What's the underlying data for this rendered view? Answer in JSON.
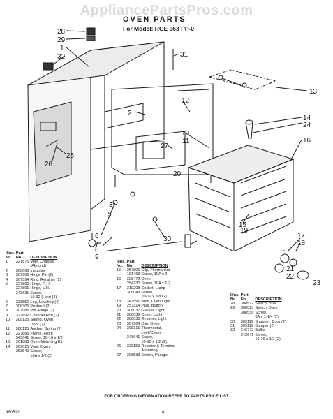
{
  "watermark": "AppliancePartsPros.com",
  "title": "OVEN PARTS",
  "subtitle": "For Model: RGE 963 PP-0",
  "callouts": {
    "c1": "1",
    "c2": "2",
    "c3": "3",
    "c5": "5",
    "c6": "6",
    "c7": "7",
    "c8": "8",
    "c9": "9",
    "c10": "10",
    "c11": "11",
    "c12": "12",
    "c13": "13",
    "c14": "14",
    "c15": "15",
    "c16": "16",
    "c17": "17",
    "c18": "18",
    "c19": "19",
    "c20": "20",
    "c21": "21",
    "c22": "22",
    "c23": "23",
    "c24": "24",
    "c25": "25",
    "c26": "26",
    "c27": "27",
    "c28": "28",
    "c29": "29",
    "c30": "30",
    "c31": "31",
    "c32": "32"
  },
  "headers": {
    "illus": "Illus.",
    "no": "No.",
    "part": "Part",
    "partno": "No.",
    "desc": "DESCRIPTION"
  },
  "col1": [
    [
      "1",
      "327875",
      "Main Chassis"
    ],
    [
      "",
      "",
      "(Almond)"
    ],
    [
      "2",
      "308666",
      "Insulator"
    ],
    [
      "3",
      "307986",
      "Hinge Pin (2)"
    ],
    [
      "4",
      "307594",
      "Ring, Retainer (2)"
    ],
    [
      "5",
      "327890",
      "Hinge, R.H."
    ],
    [
      "",
      "327891",
      "Hinge, L.H."
    ],
    [
      "",
      "343631",
      "Screw,"
    ],
    [
      "",
      "",
      "10-32 (Hex) (4)"
    ],
    [
      "6",
      "233550",
      "Leg, Leveling (4)"
    ],
    [
      "7",
      "308306",
      "Pushnut (2)"
    ],
    [
      "8",
      "307985",
      "Pin, Hinge (2)"
    ],
    [
      "9",
      "327892",
      "Channel Arm (2)"
    ],
    [
      "10",
      "308126",
      "Spring, Oven"
    ],
    [
      "",
      "",
      "Door (2)"
    ],
    [
      "11",
      "308125",
      "Anchor, Spring (2)"
    ],
    [
      "12",
      "327886",
      "Frame, Front"
    ],
    [
      "",
      "343641",
      "Screw, 10-16 x 1/2"
    ],
    [
      "13",
      "261883",
      "Oven Mounting Kit"
    ],
    [
      "14",
      "309025",
      "Vent, Oven"
    ],
    [
      "",
      "253549",
      "Screw,"
    ],
    [
      "",
      "",
      "10A x 1/2 (2)"
    ]
  ],
  "col2": [
    [
      "15",
      "257806",
      "Clip, Thermostat"
    ],
    [
      "",
      "161463",
      "Screw, 10A x 2"
    ],
    [
      "16",
      "328472",
      "Oven"
    ],
    [
      "",
      "254230",
      "Screw, 10A x 1/2"
    ],
    [
      "17",
      "310208",
      "Socket, Lamp"
    ],
    [
      "",
      "308043",
      "Screw,"
    ],
    [
      "",
      "",
      "10-12 x 3/8 (2)"
    ],
    [
      "18",
      "247591",
      "Bulb, Oven Light"
    ],
    [
      "19",
      "257314",
      "Plug, Button"
    ],
    [
      "20",
      "308037",
      "Gasket, Light"
    ],
    [
      "21",
      "308039",
      "Cover, Light"
    ],
    [
      "22",
      "308038",
      "Retainer, Light"
    ],
    [
      "23",
      "307964",
      "Clip, Oven"
    ],
    [
      "24",
      "308315",
      "Thermostat,"
    ],
    [
      "",
      "",
      "Lock/Clean"
    ],
    [
      "",
      "343641",
      "Screw,"
    ],
    [
      "",
      "",
      "10-16 x 1/2 (2)"
    ],
    [
      "26",
      "328159",
      "Resistor & Terminal"
    ],
    [
      "",
      "",
      "Assembly"
    ],
    [
      "27",
      "308533",
      "Switch, Plunger"
    ]
  ],
  "col3": [
    [
      "28",
      "308522",
      "Switch, Broil"
    ],
    [
      "29",
      "308523",
      "Switch, Bake"
    ],
    [
      "",
      "308536",
      "Screw,"
    ],
    [
      "",
      "",
      "6A x 1-1/4 (2)"
    ],
    [
      "30",
      "309111",
      "Snubber, Door (2)"
    ],
    [
      "31",
      "309119",
      "Bumper (2)"
    ],
    [
      "32",
      "346772",
      "Baffle"
    ],
    [
      "",
      "343641",
      "Screw,"
    ],
    [
      "",
      "",
      "10-16 x 1/2 (2)"
    ]
  ],
  "footer_note": "FOR ORDERING INFORMATION REFER TO PARTS PRICE LIST",
  "footer_code": "980512",
  "footer_page": "4"
}
